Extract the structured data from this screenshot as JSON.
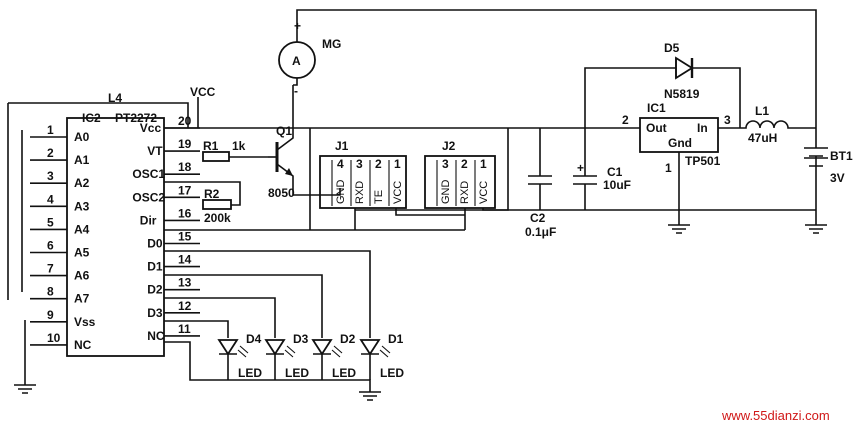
{
  "ic2": {
    "ref": "IC2",
    "part": "PT2272",
    "left_pins": [
      {
        "num": "1",
        "name": "A0"
      },
      {
        "num": "2",
        "name": "A1"
      },
      {
        "num": "3",
        "name": "A2"
      },
      {
        "num": "4",
        "name": "A3"
      },
      {
        "num": "5",
        "name": "A4"
      },
      {
        "num": "6",
        "name": "A5"
      },
      {
        "num": "7",
        "name": "A6"
      },
      {
        "num": "8",
        "name": "A7"
      },
      {
        "num": "9",
        "name": "Vss"
      },
      {
        "num": "10",
        "name": "NC"
      }
    ],
    "right_pins": [
      {
        "num": "20",
        "name": "Vcc"
      },
      {
        "num": "19",
        "name": "VT"
      },
      {
        "num": "18",
        "name": "OSC1"
      },
      {
        "num": "17",
        "name": "OSC2"
      },
      {
        "num": "16",
        "name": "Dir"
      },
      {
        "num": "15",
        "name": "D0"
      },
      {
        "num": "14",
        "name": "D1"
      },
      {
        "num": "13",
        "name": "D2"
      },
      {
        "num": "12",
        "name": "D3"
      },
      {
        "num": "11",
        "name": "NC"
      }
    ]
  },
  "labels": {
    "l4": "L4",
    "vcc": "VCC",
    "r1": "R1",
    "r1_value": "1k",
    "r2": "R2",
    "r2_value": "200k",
    "q1": "Q1",
    "q1_part": "8050",
    "mg": "MG",
    "motor": "A",
    "motor_plus": "+",
    "motor_minus": "-",
    "d5": "D5",
    "d5_part": "N5819",
    "ic1": "IC1",
    "ic1_part": "TP501",
    "ic1_out": "Out",
    "ic1_in": "In",
    "ic1_gnd": "Gnd",
    "ic1_pin1": "1",
    "ic1_pin2": "2",
    "ic1_pin3": "3",
    "l1": "L1",
    "l1_value": "47uH",
    "bt1": "BT1",
    "bt1_value": "3V",
    "c1": "C1",
    "c1_value": "10uF",
    "c1_plus": "+",
    "c2": "C2",
    "c2_value": "0.1μF",
    "j1": "J1",
    "j2": "J2",
    "watermark": "www.55dianzi.com"
  },
  "j1": {
    "pins": [
      "4",
      "3",
      "2",
      "1"
    ],
    "signals": [
      "GND",
      "RXD",
      "TE",
      "VCC"
    ]
  },
  "j2": {
    "pins": [
      "3",
      "2",
      "1"
    ],
    "signals": [
      "GND",
      "RXD",
      "VCC"
    ]
  },
  "leds": [
    {
      "ref": "D4",
      "type": "LED"
    },
    {
      "ref": "D3",
      "type": "LED"
    },
    {
      "ref": "D2",
      "type": "LED"
    },
    {
      "ref": "D1",
      "type": "LED"
    }
  ]
}
